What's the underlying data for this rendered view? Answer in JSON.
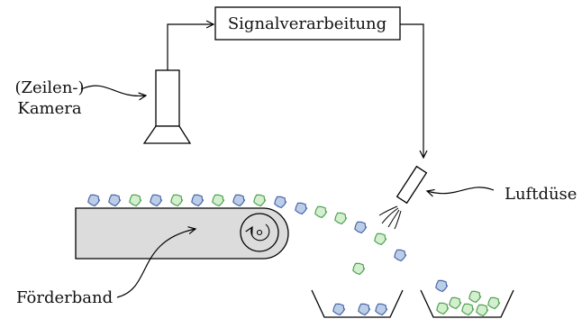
{
  "labels": {
    "signal_processing": "Signalverarbeitung",
    "camera_line1": "(Zeilen-)",
    "camera_line2": "Kamera",
    "nozzle": "Luftdüse",
    "conveyor": "Förderband"
  },
  "colors": {
    "blue_particle_fill": "#bccde8",
    "blue_particle_stroke": "#4a68a8",
    "green_particle_fill": "#d4efcf",
    "green_particle_stroke": "#4fa24f",
    "belt_fill": "#dcdcdc",
    "line": "#000000"
  },
  "particles": {
    "on_belt": [
      "blue",
      "blue",
      "green",
      "blue",
      "green",
      "blue",
      "green",
      "blue",
      "green",
      "blue"
    ],
    "in_flight": [
      "blue",
      "green",
      "green",
      "blue",
      "green",
      "blue",
      "green",
      "blue"
    ],
    "left_bin": [
      "blue",
      "blue",
      "blue"
    ],
    "right_bin": [
      "green",
      "green",
      "green",
      "green",
      "green",
      "green"
    ]
  }
}
